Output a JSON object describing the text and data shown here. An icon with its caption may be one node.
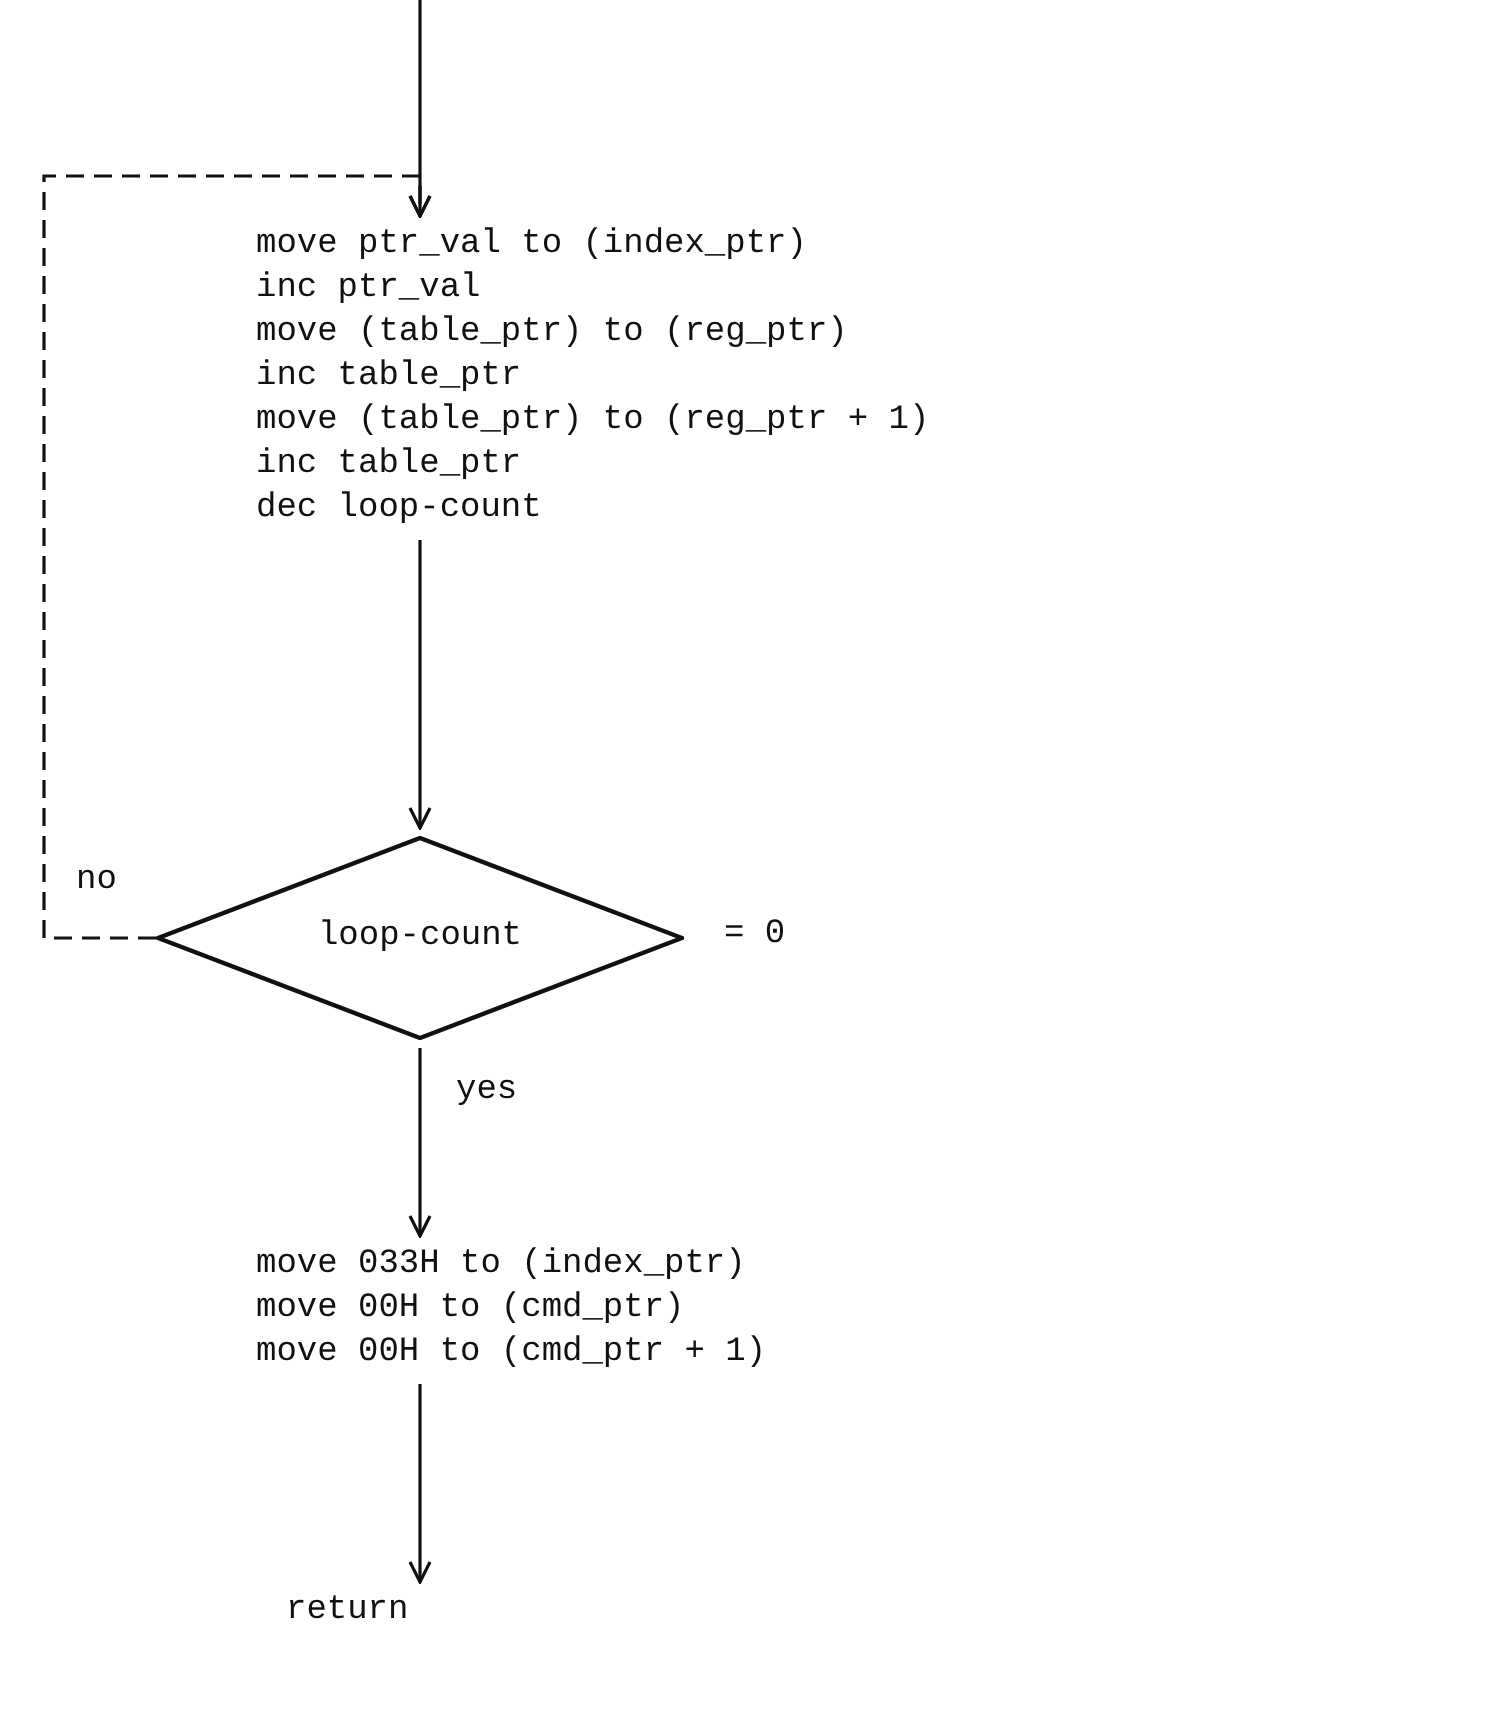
{
  "diagram": {
    "nodes": [
      {
        "text": [
          "move ptr_val to (index_ptr)",
          "inc ptr_val",
          "move (table_ptr) to (reg_ptr)",
          "inc table_ptr",
          "move (table_ptr) to (reg_ptr + 1)",
          "inc table_ptr",
          "dec loop-count"
        ]
      },
      {
        "text": [
          "loop-count"
        ],
        "beside": [
          "= 0"
        ]
      },
      {
        "text": [
          "move 033H to (index_ptr)",
          "move 00H to (cmd_ptr)",
          "move 00H to (cmd_ptr + 1)"
        ]
      },
      {
        "text": [
          "return"
        ]
      }
    ],
    "edges": [
      {
        "from": null,
        "to": 0,
        "arrow": "to"
      },
      {
        "from": 0,
        "to": 1,
        "arrow": "to"
      },
      {
        "from": 1,
        "to": 0,
        "arrow": "to",
        "label": "no",
        "style": "dashed"
      },
      {
        "from": 1,
        "to": 2,
        "arrow": "to",
        "label": "yes"
      },
      {
        "from": 2,
        "to": 3,
        "arrow": "to"
      }
    ]
  }
}
